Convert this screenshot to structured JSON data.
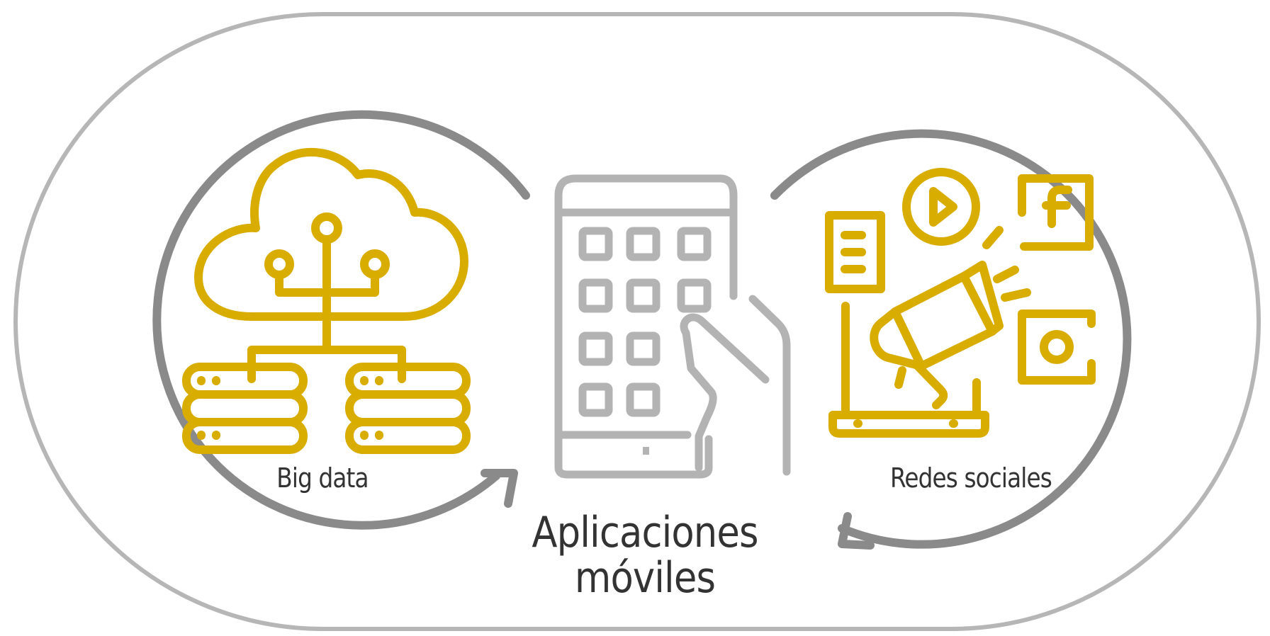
{
  "colors": {
    "accent": "#d9ac00",
    "outer_ring": "#b6b6b6",
    "inner_ring": "#8a8a8a",
    "phone": "#b3b3b3",
    "text": "#333333"
  },
  "nodes": {
    "left": {
      "label": "Big data",
      "icon": "cloud-database-icon"
    },
    "center": {
      "line1": "Aplicaciones",
      "line2": "móviles",
      "icon": "smartphone-hand-icon"
    },
    "right": {
      "label": "Redes sociales",
      "icon": "social-media-megaphone-icon"
    }
  }
}
